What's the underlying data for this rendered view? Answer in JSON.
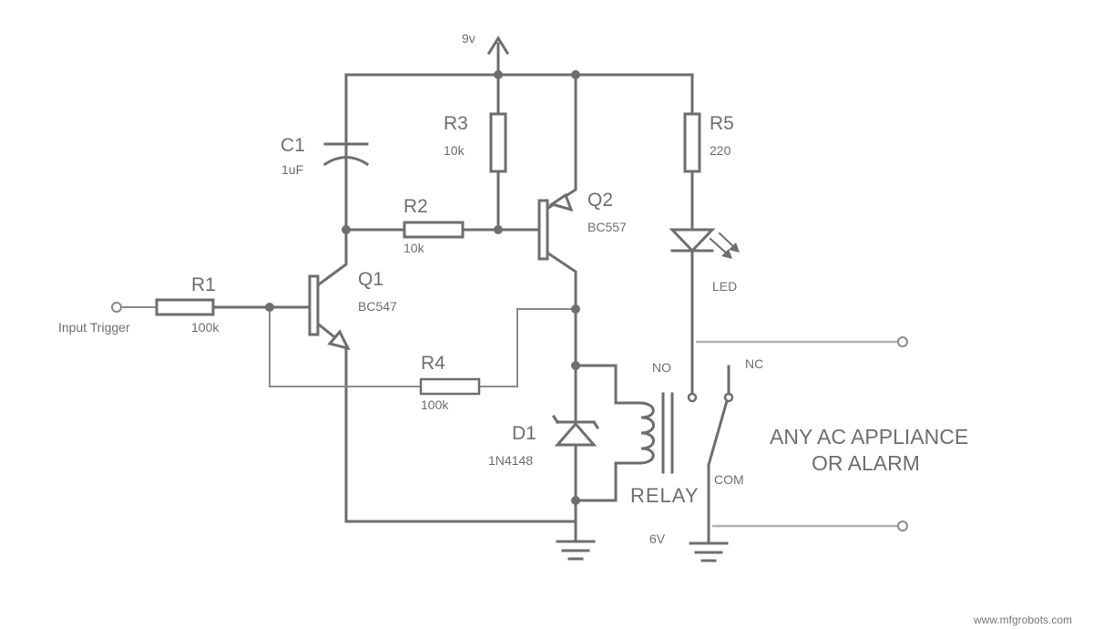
{
  "supply": {
    "label": "9v"
  },
  "components": {
    "c1": {
      "ref": "C1",
      "value": "1uF"
    },
    "r1": {
      "ref": "R1",
      "value": "100k"
    },
    "r2": {
      "ref": "R2",
      "value": "10k"
    },
    "r3": {
      "ref": "R3",
      "value": "10k"
    },
    "r4": {
      "ref": "R4",
      "value": "100k"
    },
    "r5": {
      "ref": "R5",
      "value": "220"
    },
    "q1": {
      "ref": "Q1",
      "value": "BC547"
    },
    "q2": {
      "ref": "Q2",
      "value": "BC557"
    },
    "d1": {
      "ref": "D1",
      "value": "1N4148"
    },
    "led": {
      "label": "LED"
    },
    "relay": {
      "label": "RELAY",
      "rating": "6V",
      "no": "NO",
      "nc": "NC",
      "com": "COM"
    }
  },
  "input": {
    "label": "Input Trigger"
  },
  "load": {
    "line1": "ANY AC APPLIANCE",
    "line2": "OR ALARM"
  },
  "watermark": "www.mfgrobots.com"
}
